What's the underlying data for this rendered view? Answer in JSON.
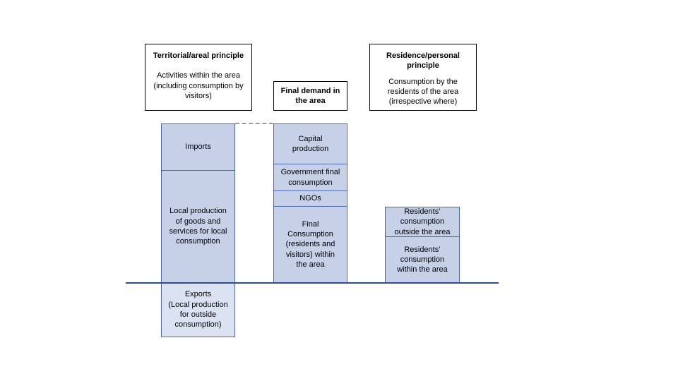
{
  "headers": {
    "territorial": {
      "title": "Territorial/areal principle",
      "body": "Activities within the area\n(including consumption by\nvisitors)"
    },
    "final_demand": {
      "title": "Final demand in\nthe area"
    },
    "residence": {
      "title": "Residence/personal\nprinciple",
      "body": "Consumption by the\nresidents of the area\n(irrespective where)"
    }
  },
  "blocks": {
    "imports": "Imports",
    "local_production": "Local production\nof goods and\nservices for local\nconsumption",
    "exports": "Exports\n(Local production\nfor outside\nconsumption)",
    "capital_production": "Capital\nproduction",
    "government_final_consumption": "Government final\nconsumption",
    "ngos": "NGOs",
    "final_consumption": "Final\nConsumption\n(residents and\nvisitors) within\nthe area",
    "residents_outside": "Residents’\nconsumption\noutside the area",
    "residents_within": "Residents’\nconsumption\nwithin the area"
  },
  "colors": {
    "block_fill": "#c6d0e6",
    "block_fill_light": "#dbe2f1",
    "block_border": "#4a69a8",
    "baseline_line": "#2e4d8f",
    "header_border": "#000000"
  }
}
